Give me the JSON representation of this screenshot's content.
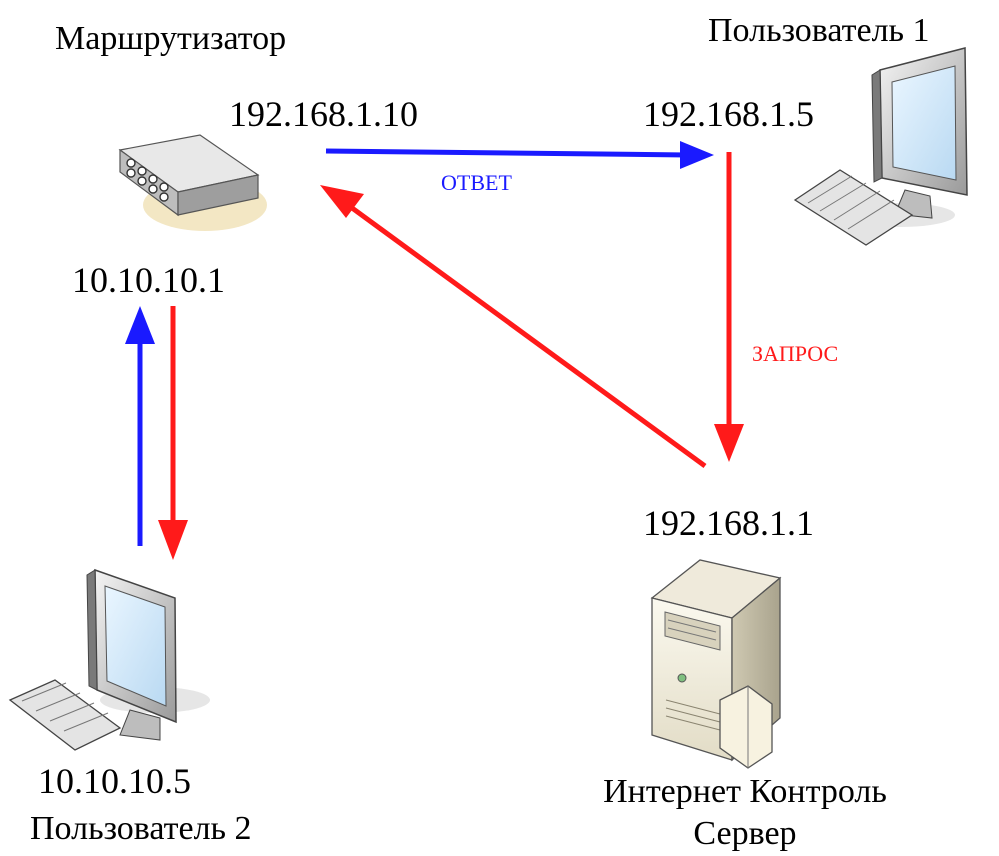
{
  "nodes": {
    "router": {
      "name": "Маршрутизатор",
      "ip_top": "192.168.1.10",
      "ip_bottom": "10.10.10.1",
      "icon": "router-icon"
    },
    "user1": {
      "name": "Пользователь 1",
      "ip": "192.168.1.5",
      "icon": "desktop-computer-icon"
    },
    "user2": {
      "name": "Пользователь 2",
      "ip": "10.10.10.5",
      "icon": "desktop-computer-icon"
    },
    "server": {
      "name_line1": "Интернет Контроль",
      "name_line2": "Сервер",
      "ip": "192.168.1.1",
      "icon": "server-tower-icon"
    }
  },
  "edges": {
    "response_label": "ОТВЕТ",
    "request_label": "ЗАПРОС"
  },
  "colors": {
    "response": "#1a1aff",
    "request": "#ff1a1a"
  }
}
